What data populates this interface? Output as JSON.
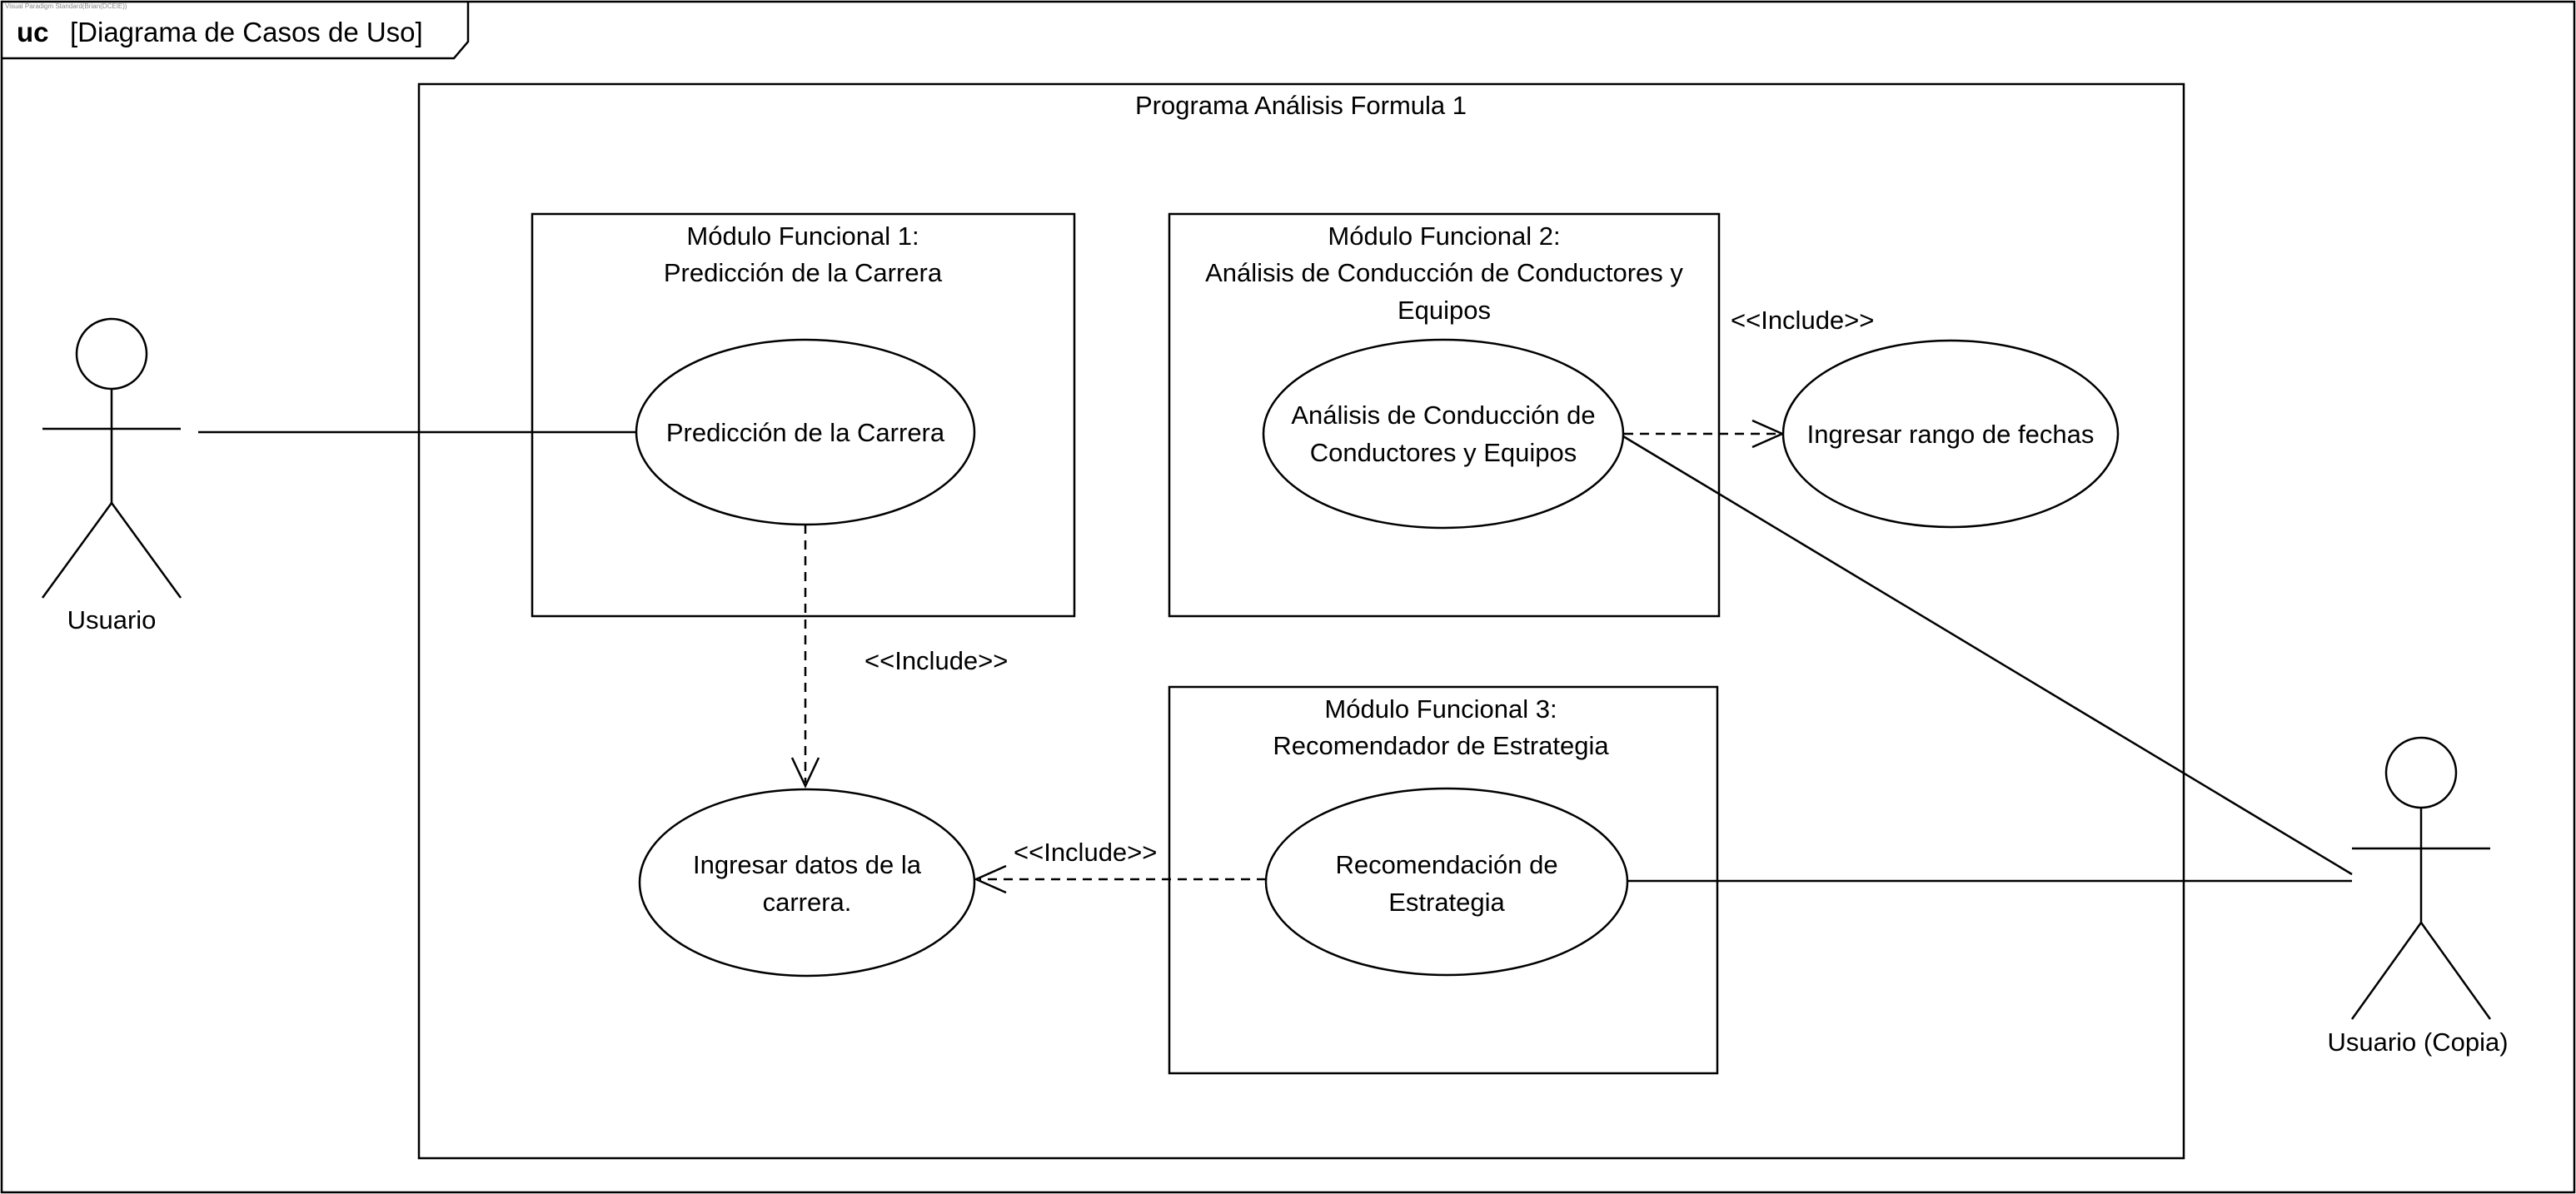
{
  "watermark": "Visual Paradigm Standard(Brian(DCEIE))",
  "frame": {
    "keyword": "uc",
    "title": "[Diagrama de Casos de Uso]"
  },
  "system": {
    "title": "Programa Análisis Formula 1"
  },
  "modules": [
    {
      "line1": "Módulo Funcional 1:",
      "line2": "Predicción de la Carrera",
      "line3": ""
    },
    {
      "line1": "Módulo Funcional 2:",
      "line2": "Análisis de Conducción de Conductores y",
      "line3": "Equipos"
    },
    {
      "line1": "Módulo Funcional 3:",
      "line2": "Recomendador de Estrategia",
      "line3": ""
    }
  ],
  "use_cases": {
    "prediccion": {
      "line1": "Predicción de la Carrera",
      "line2": ""
    },
    "analisis": {
      "line1": "Análisis de Conducción de",
      "line2": "Conductores y Equipos"
    },
    "fechas": {
      "line1": "Ingresar rango de fechas",
      "line2": ""
    },
    "datos": {
      "line1": "Ingresar datos de la",
      "line2": "carrera."
    },
    "estrategia": {
      "line1": "Recomendación de",
      "line2": "Estrategia"
    }
  },
  "actors": {
    "usuario": "Usuario",
    "usuario_copia": "Usuario (Copia)"
  },
  "relations": {
    "include_prediccion_datos": "<<Include>>",
    "include_analisis_fechas": "<<Include>>",
    "include_estrategia_datos": "<<Include>>"
  }
}
